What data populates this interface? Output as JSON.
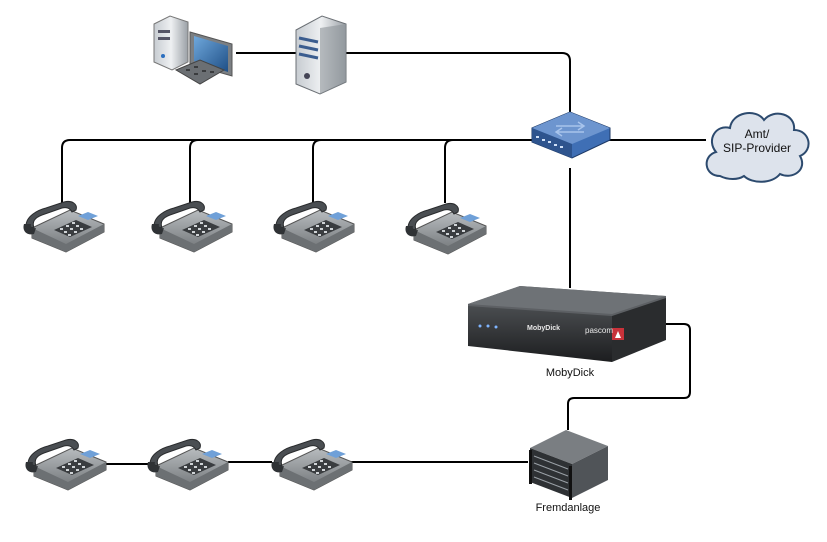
{
  "cloud": {
    "line1": "Amt/",
    "line2": "SIP-Provider"
  },
  "pbx": {
    "label": "MobyDick",
    "brand": "MobyDick",
    "vendor": "pascom"
  },
  "legacy": {
    "label": "Fremdanlage"
  },
  "colors": {
    "line": "#000000",
    "cloud_fill": "#dde3ec",
    "cloud_stroke": "#2c4a6e",
    "switch_blue": "#3f6fb5",
    "phone_body": "#8f9396"
  },
  "icons": [
    "desktop-computer-icon",
    "server-tower-icon",
    "network-switch-icon",
    "cloud-icon",
    "desk-phone-icon",
    "pbx-appliance-icon",
    "rack-server-icon"
  ]
}
